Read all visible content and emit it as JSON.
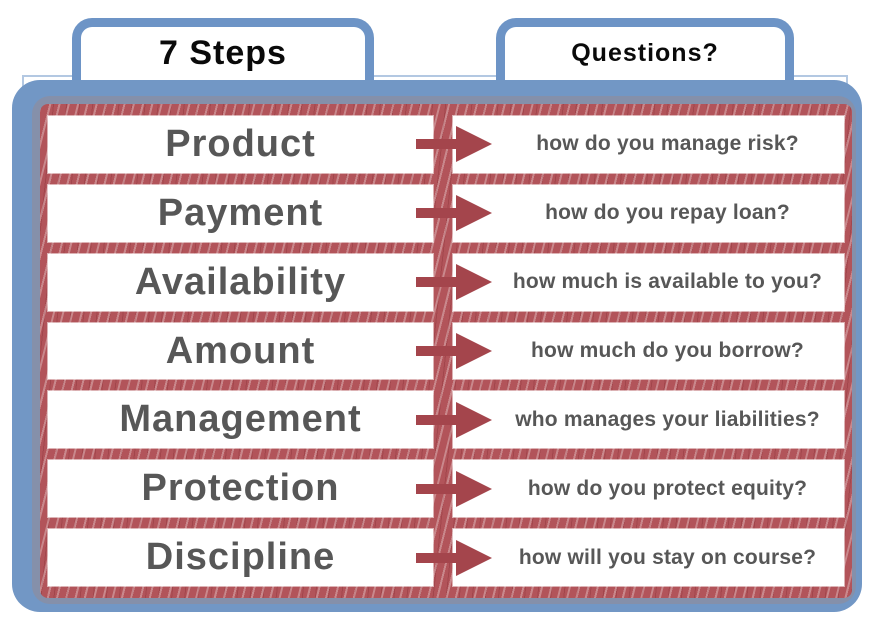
{
  "tabs": {
    "steps_label": "7 Steps",
    "questions_label": "Questions?"
  },
  "rows": [
    {
      "step": "Product",
      "question": "how do you manage risk?"
    },
    {
      "step": "Payment",
      "question": "how do you repay loan?"
    },
    {
      "step": "Availability",
      "question": "how much is available to you?"
    },
    {
      "step": "Amount",
      "question": "how much do you borrow?"
    },
    {
      "step": "Management",
      "question": "who manages your liabilities?"
    },
    {
      "step": "Protection",
      "question": "how do you protect equity?"
    },
    {
      "step": "Discipline",
      "question": "how will you stay on course?"
    }
  ],
  "icons": {
    "row_arrow": "arrow-right-icon"
  },
  "colors": {
    "frame_blue": "#7297c5",
    "tab_border_blue": "#6d94c6",
    "inner_shade_blue_gray": "#8590aa",
    "hatch_red": "#b2545a",
    "arrow_red": "#a4454c",
    "text_gray": "#575757",
    "tab_text_black": "#0a0a0a"
  }
}
